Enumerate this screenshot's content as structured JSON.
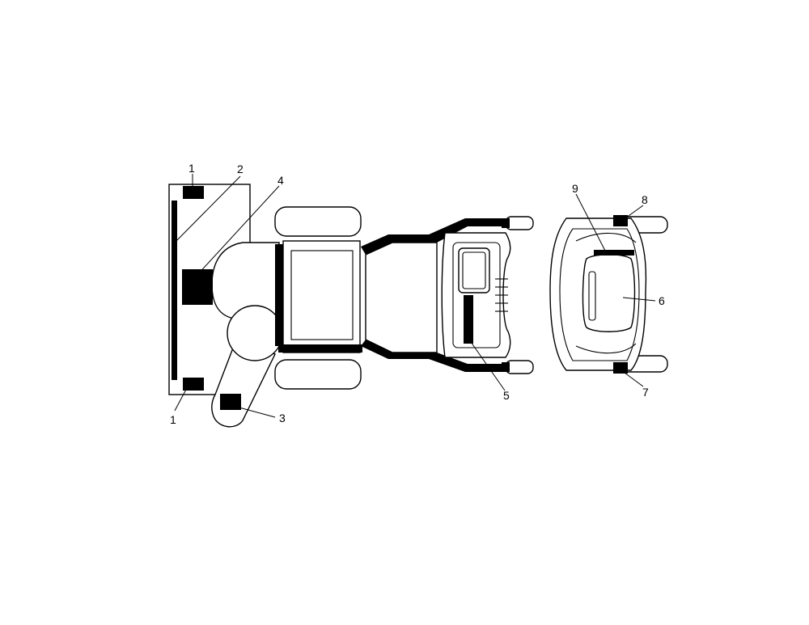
{
  "diagram": {
    "callouts": [
      {
        "id": "c1a",
        "label": "1"
      },
      {
        "id": "c1b",
        "label": "1"
      },
      {
        "id": "c2",
        "label": "2"
      },
      {
        "id": "c3",
        "label": "3"
      },
      {
        "id": "c4",
        "label": "4"
      },
      {
        "id": "c5",
        "label": "5"
      },
      {
        "id": "c6",
        "label": "6"
      },
      {
        "id": "c7",
        "label": "7"
      },
      {
        "id": "c8",
        "label": "8"
      },
      {
        "id": "c9",
        "label": "9"
      }
    ]
  }
}
